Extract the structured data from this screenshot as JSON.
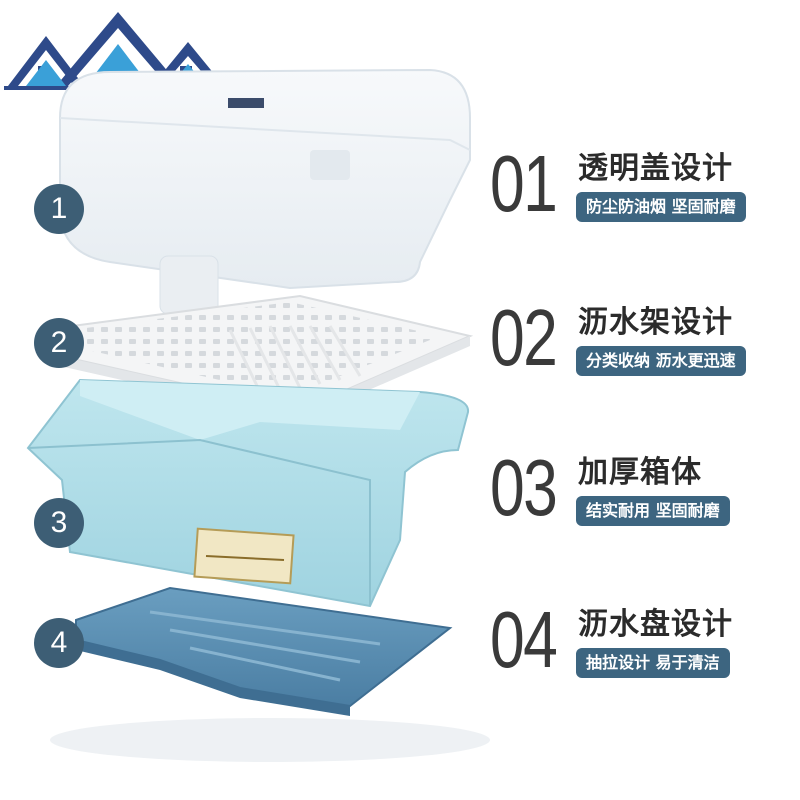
{
  "badges": [
    "1",
    "2",
    "3",
    "4"
  ],
  "features": [
    {
      "num": "01",
      "title": "透明盖设计",
      "tag": "防尘防油烟 坚固耐磨"
    },
    {
      "num": "02",
      "title": "沥水架设计",
      "tag": "分类收纳 沥水更迅速"
    },
    {
      "num": "03",
      "title": "加厚箱体",
      "tag": "结实耐用 坚固耐磨"
    },
    {
      "num": "04",
      "title": "沥水盘设计",
      "tag": "抽拉设计 易于清洁"
    }
  ],
  "colors": {
    "accent": "#3d6580",
    "badge": "#3d5e75",
    "box": "#a9dbe6",
    "tray": "#5b8fb2",
    "logo": "#2e4a8a"
  },
  "icons": {
    "logo": "house-roofs-logo",
    "product": "dish-rack-exploded-view"
  }
}
